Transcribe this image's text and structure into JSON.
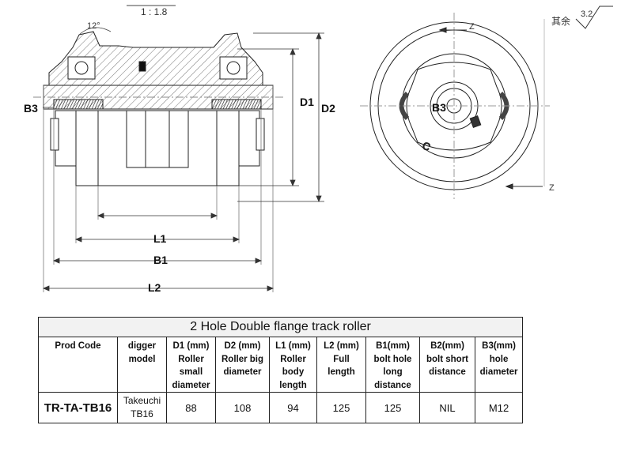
{
  "drawing": {
    "scale": "1 : 1.8",
    "angle": "12°",
    "roughness_note": "其余",
    "roughness_value": "3.2",
    "section_mark_top": "Z",
    "section_mark_bottom": "Z",
    "labels": {
      "b3_side": "B3",
      "b3_end": "B3",
      "d1": "D1",
      "d2": "D2",
      "l1": "L1",
      "b1": "B1",
      "l2": "L2"
    }
  },
  "table": {
    "title": "2 Hole Double flange track roller",
    "columns": [
      {
        "label": "Prod Code"
      },
      {
        "label": "digger model"
      },
      {
        "label": "D1 (mm) Roller small diameter"
      },
      {
        "label": "D2 (mm) Roller big diameter"
      },
      {
        "label": "L1 (mm) Roller body length"
      },
      {
        "label": "L2 (mm) Full length"
      },
      {
        "label": "B1(mm) bolt hole long distance"
      },
      {
        "label": "B2(mm) bolt short distance"
      },
      {
        "label": "B3(mm) hole diameter"
      }
    ],
    "row": {
      "prod_code": "TR-TA-TB16",
      "digger_model": "Takeuchi TB16",
      "d1": "88",
      "d2": "108",
      "l1": "94",
      "l2": "125",
      "b1": "125",
      "b2": "NIL",
      "b3": "M12"
    }
  }
}
